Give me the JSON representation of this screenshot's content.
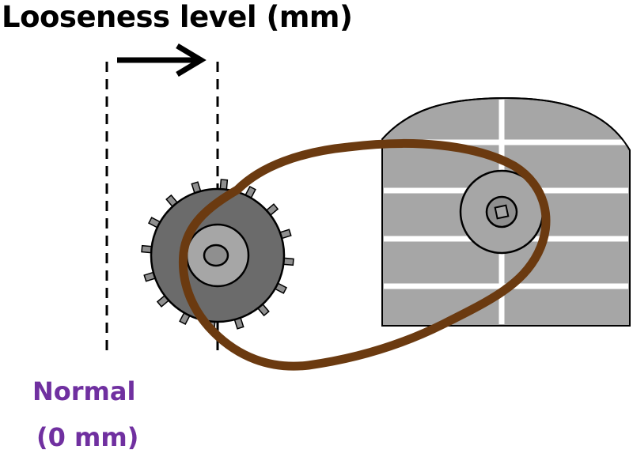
{
  "title": "Looseness level (mm)",
  "normal_label": "Normal",
  "normal_value_label": "(0 mm)",
  "colors": {
    "belt": "#6b3a10",
    "label_purple": "#7030a0",
    "gear_dark": "#6b6b6b",
    "gear_teeth": "#8f8f8f",
    "housing": "#a6a6a6",
    "housing_lines": "#ffffff",
    "arrow": "#000000"
  },
  "icons": {
    "arrow": "right-arrow-icon",
    "gear": "sprocket-icon",
    "pulley": "pulley-icon"
  }
}
